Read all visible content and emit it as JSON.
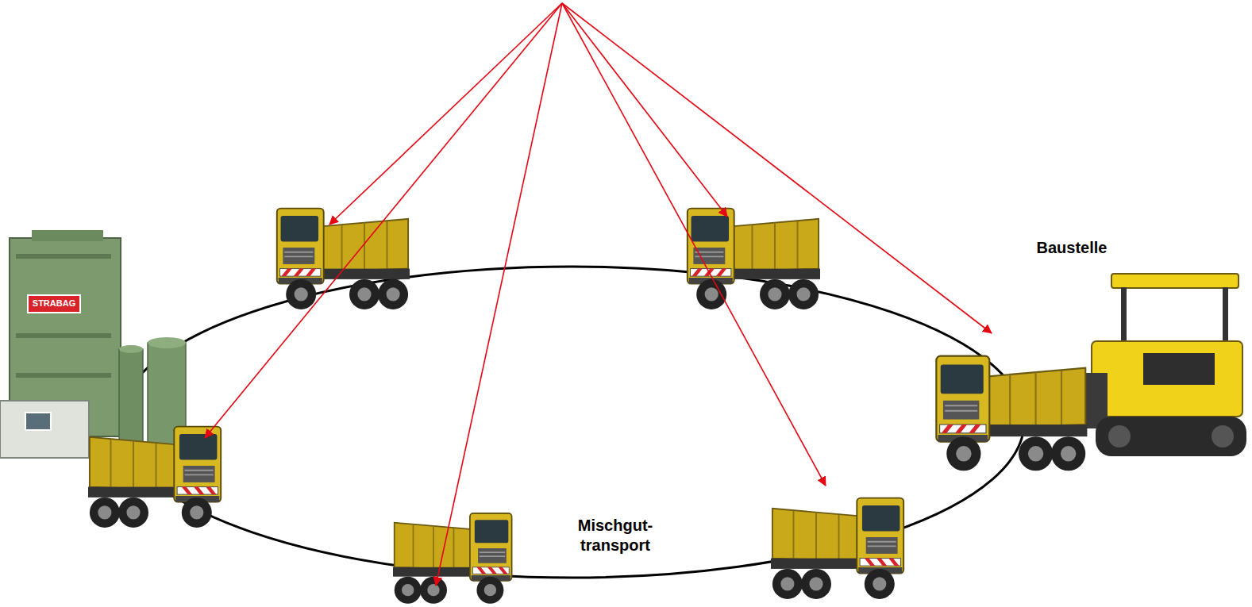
{
  "diagram": {
    "labels": [
      "Baustelle",
      "STRABAG",
      "Mischgut- transport"
    ]
  }
}
